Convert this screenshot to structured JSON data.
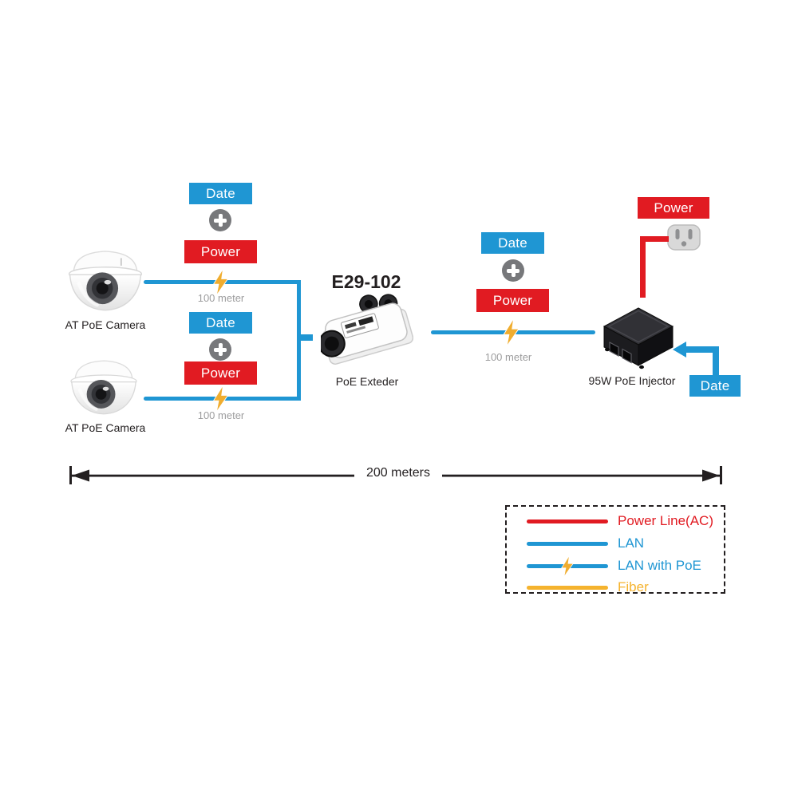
{
  "cameras": [
    {
      "label": "AT PoE Camera"
    },
    {
      "label": "AT PoE Camera"
    }
  ],
  "extender": {
    "model": "E29-102",
    "label": "PoE Exteder"
  },
  "injector": {
    "label": "95W PoE Injector"
  },
  "links": {
    "camera1": {
      "data": "Date",
      "power": "Power",
      "distance": "100 meter"
    },
    "camera2": {
      "data": "Date",
      "power": "Power",
      "distance": "100 meter"
    },
    "extender_injector": {
      "data": "Date",
      "power": "Power",
      "distance": "100 meter"
    },
    "injector_in": {
      "power": "Power",
      "data": "Date"
    }
  },
  "measurement": {
    "label": "200 meters"
  },
  "legend": {
    "items": [
      {
        "label": "Power Line(AC)",
        "color": "#E11B22",
        "line_style": "power"
      },
      {
        "label": "LAN",
        "color": "#1F96D3",
        "line_style": "lan"
      },
      {
        "label": "LAN with PoE",
        "color": "#1F96D3",
        "line_style": "lan_with_poe"
      },
      {
        "label": "Fiber",
        "color": "#F5B32E",
        "line_style": "fiber"
      }
    ]
  },
  "colors": {
    "data_blue": "#1F96D3",
    "power_red": "#E11B22",
    "poe_bolt_orange": "#F0AD2F",
    "fiber_orange": "#F5B32E",
    "plus_gray": "#77787B",
    "distance_gray": "#9D9D9E"
  },
  "icons": {
    "plus": "plus-icon",
    "bolt": "lightning-bolt-icon",
    "outlet": "power-outlet-icon"
  }
}
